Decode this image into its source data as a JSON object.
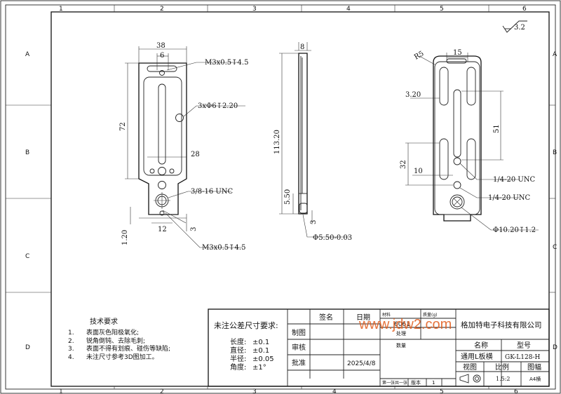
{
  "frame": {
    "col_labels": [
      "1",
      "2",
      "3",
      "4",
      "5",
      "6"
    ],
    "row_labels": [
      "A",
      "B",
      "C",
      "D"
    ]
  },
  "roughness": "3.2",
  "front_view": {
    "dim_width": "38",
    "dim_slot_width": "6",
    "dim_height": "72",
    "dim_28": "28",
    "dim_12": "12",
    "dim_1_20": "1.20",
    "dim_3": "3",
    "callout_top_hole": "M3x0.5↧4.5",
    "callout_holes": "3xΦ6↧2.20",
    "callout_thread": "3/8-16 UNC",
    "callout_bottom_hole": "M3x0.5↧4.5"
  },
  "side_view": {
    "dim_8": "8",
    "dim_113": "113.20",
    "dim_5_50": "5.50",
    "dim_3": "3",
    "callout_dia": "Φ5.50-0.03"
  },
  "back_view": {
    "dim_r5": "R5",
    "dim_15": "15",
    "dim_3_20": "3.20",
    "dim_51": "51",
    "dim_32": "32",
    "dim_10": "10",
    "callout_unc1": "1/4-20 UNC",
    "callout_unc2": "1/4-20 UNC",
    "callout_dia": "Φ10.20↧1.2"
  },
  "tech_notes": {
    "title": "技术要求",
    "items": [
      {
        "num": "1.",
        "text": "表面灰色阳极氧化;"
      },
      {
        "num": "2.",
        "text": "锐角倒钝、去除毛刺;"
      },
      {
        "num": "3.",
        "text": "表面不得有划痕、碰伤等缺陷;"
      },
      {
        "num": "4.",
        "text": "未注尺寸参考3D图加工。"
      }
    ]
  },
  "tolerance": {
    "title": "未注公差尺寸要求:",
    "rows": [
      {
        "label": "长度:",
        "value": "±0.1"
      },
      {
        "label": "直径:",
        "value": "±0.1"
      },
      {
        "label": "半径:",
        "value": "±0.05"
      },
      {
        "label": "角度:",
        "value": "±1°"
      }
    ]
  },
  "title_block": {
    "sign_header": "签名",
    "date_header": "日期",
    "material_label": "材料",
    "material_value": "6061",
    "weight_label": "质量(g)",
    "process_label": "处理",
    "qty_label": "数量",
    "row_draw": "制图",
    "row_check": "审核",
    "row_approve": "批准",
    "approve_date": "2025/4/8",
    "company": "格加特电子科技有限公司",
    "name_label": "名称",
    "model_label": "型号",
    "name_value": "通用L板横",
    "model_value": "GK-L128-H",
    "view_label": "视图",
    "scale_label": "比例",
    "sheet_label": "图幅",
    "scale_value": "1.5:2",
    "sheet_value": "A4横",
    "page_info": "第一张共一张",
    "version_label": "版本",
    "version_value": "1"
  },
  "watermark": "www.jdw2.com"
}
